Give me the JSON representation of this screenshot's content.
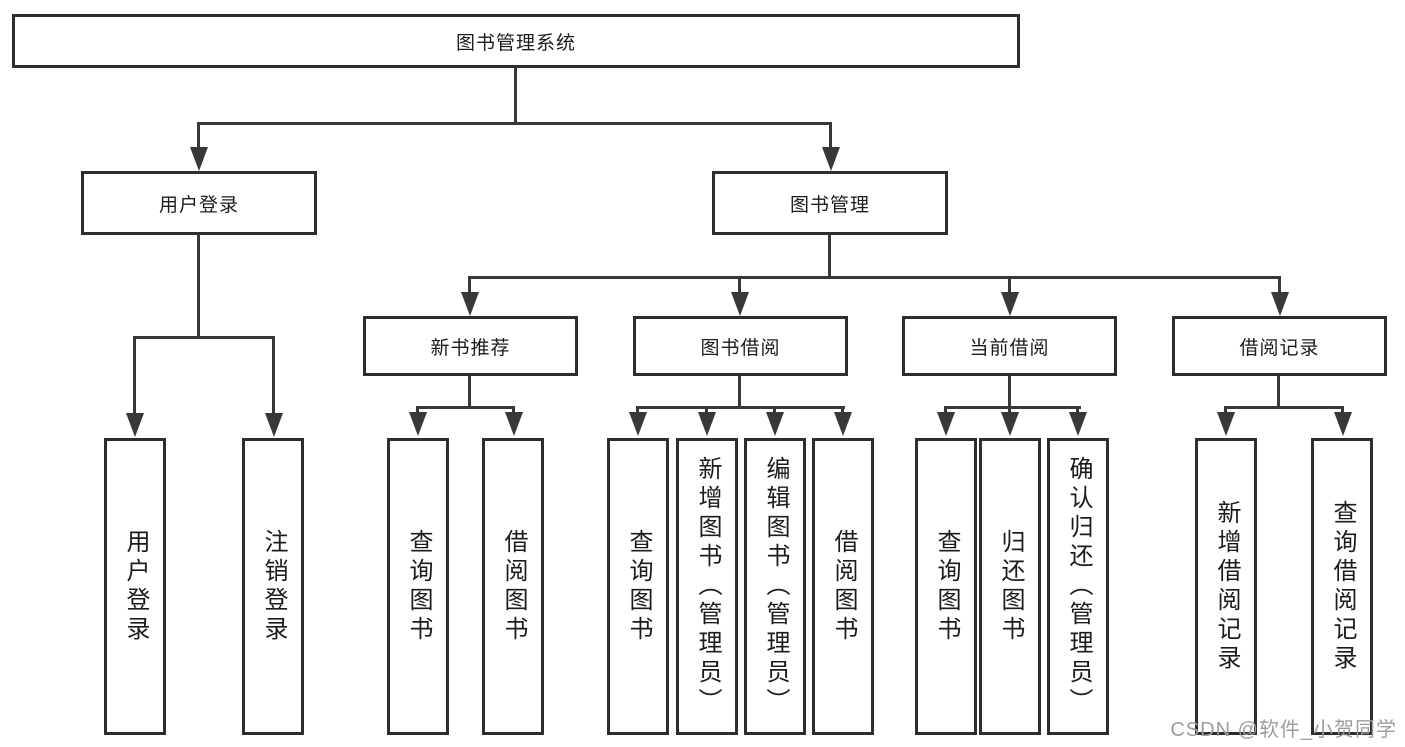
{
  "diagram": {
    "root": {
      "label": "图书管理系统"
    },
    "branches": {
      "user_login": {
        "label": "用户登录",
        "children": [
          "用户登录",
          "注销登录"
        ]
      },
      "book_mgmt": {
        "label": "图书管理",
        "sections": {
          "new_book": {
            "label": "新书推荐",
            "children": [
              "查询图书",
              "借阅图书"
            ]
          },
          "book_borrow": {
            "label": "图书借阅",
            "children": [
              "查询图书",
              "新增图书（管理员）",
              "编辑图书（管理员）",
              "借阅图书"
            ]
          },
          "current_borrow": {
            "label": "当前借阅",
            "children": [
              "查询图书",
              "归还图书",
              "确认归还（管理员）"
            ]
          },
          "borrow_record": {
            "label": "借阅记录",
            "children": [
              "新增借阅记录",
              "查询借阅记录"
            ]
          }
        }
      }
    }
  },
  "watermark": {
    "text": "CSDN @软件_小贺同学"
  },
  "colors": {
    "background": "#ffffff",
    "box_fill": "#ffffff",
    "box_border": "#2d2d2d",
    "connector": "#383838",
    "text": "#1c1c1c",
    "watermark": "#9d9d9d"
  }
}
